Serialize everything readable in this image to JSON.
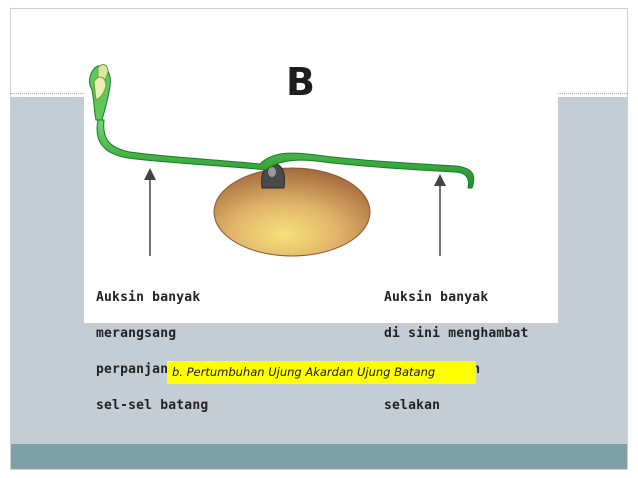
{
  "figure": {
    "letter": "B",
    "left_label": [
      "Auksin banyak",
      "merangsang",
      "perpanjangan",
      "sel-sel batang"
    ],
    "right_label": [
      "Auksin banyak",
      "di sini menghambat",
      "perpanjangan",
      "selakan"
    ]
  },
  "caption": "b. Pertumbuhan Ujung Akardan Ujung Batang",
  "colors": {
    "background_band": "#c3cdd3",
    "bottom_bar": "#7fa0a6",
    "caption_highlight": "#ffff00",
    "stem_green": "#2fa92f",
    "seed": "#d9a56a"
  }
}
